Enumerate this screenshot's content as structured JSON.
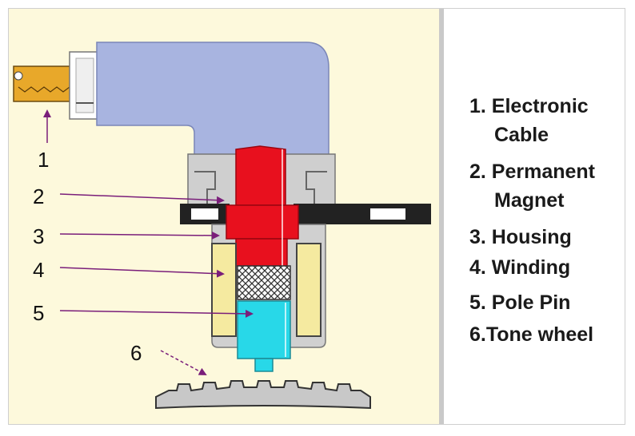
{
  "diagram": {
    "callouts": [
      "1",
      "2",
      "3",
      "4",
      "5",
      "6"
    ]
  },
  "legend": {
    "items": [
      {
        "line1": "1. Electronic",
        "line2": "Cable"
      },
      {
        "line1": "2. Permanent",
        "line2": "Magnet"
      },
      {
        "line1": "3. Housing"
      },
      {
        "line1": "4. Winding"
      },
      {
        "line1": "5. Pole Pin"
      },
      {
        "line1": "6.Tone wheel"
      }
    ]
  },
  "colors": {
    "background": "#fdf9dc",
    "cable_head": "#a8b4e0",
    "housing": "#cfcfcf",
    "magnet": "#e8101e",
    "winding": "#f5eaa0",
    "pole_pin": "#28d8e8",
    "tone_wheel": "#c8c8c8",
    "arrow": "#7a1e7a"
  }
}
